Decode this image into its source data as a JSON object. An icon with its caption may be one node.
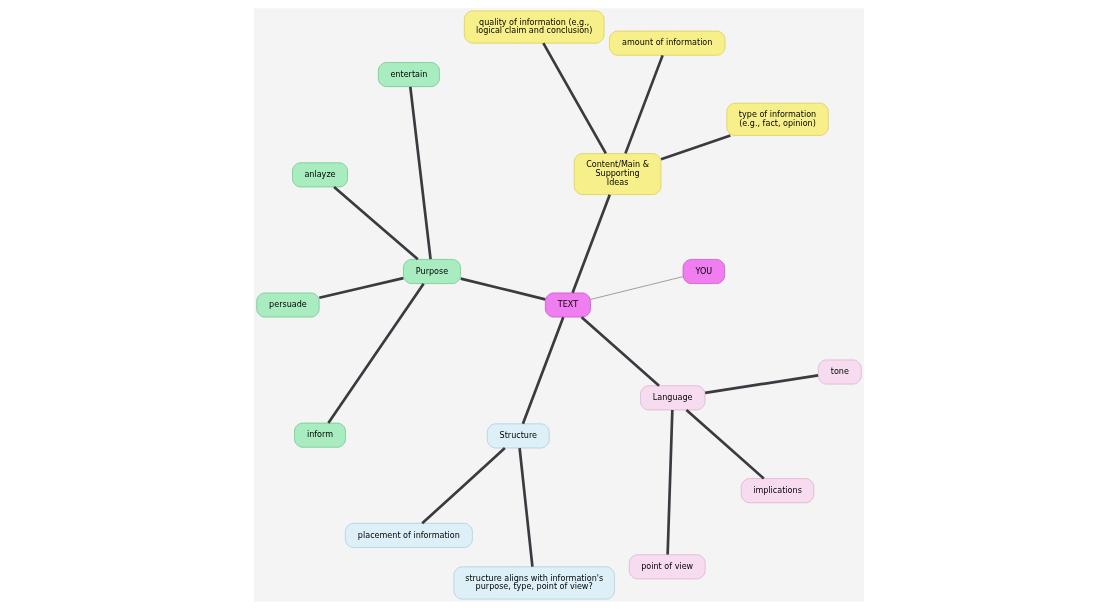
{
  "diagram": {
    "nodes": [
      {
        "text": [
          "TEXT"
        ]
      },
      {
        "text": [
          "YOU"
        ]
      },
      {
        "text": [
          "Content/Main & Supporting Ideas"
        ]
      },
      {
        "text": [
          "type of information (e.g., fact, opinion)"
        ]
      },
      {
        "text": [
          "amount of information"
        ]
      },
      {
        "text": [
          "quality of information (e.g., logical claim and conclusion)"
        ]
      },
      {
        "text": [
          "Purpose"
        ]
      },
      {
        "text": [
          "entertain"
        ]
      },
      {
        "text": [
          "anlayze"
        ]
      },
      {
        "text": [
          "persuade"
        ]
      },
      {
        "text": [
          "inform"
        ]
      },
      {
        "text": [
          "Structure"
        ]
      },
      {
        "text": [
          "placement of information"
        ]
      },
      {
        "text": [
          "structure aligns with information's purpose, type, point of view?"
        ]
      },
      {
        "text": [
          "Language"
        ]
      },
      {
        "text": [
          "point of view"
        ]
      },
      {
        "text": [
          "implications"
        ]
      },
      {
        "text": [
          "tone"
        ]
      }
    ],
    "edges": [
      {
        "from": 0,
        "to": 1,
        "arrow": "none",
        "color": "#8a8a8a"
      },
      {
        "from": 0,
        "to": 2,
        "arrow": "none"
      },
      {
        "from": 2,
        "to": 3,
        "arrow": "none"
      },
      {
        "from": 2,
        "to": 4,
        "arrow": "none"
      },
      {
        "from": 2,
        "to": 5,
        "arrow": "none"
      },
      {
        "from": 0,
        "to": 6,
        "arrow": "none"
      },
      {
        "from": 6,
        "to": 7,
        "arrow": "none"
      },
      {
        "from": 6,
        "to": 8,
        "arrow": "none"
      },
      {
        "from": 6,
        "to": 9,
        "arrow": "none"
      },
      {
        "from": 6,
        "to": 10,
        "arrow": "none"
      },
      {
        "from": 0,
        "to": 11,
        "arrow": "none"
      },
      {
        "from": 11,
        "to": 12,
        "arrow": "none"
      },
      {
        "from": 11,
        "to": 13,
        "arrow": "none"
      },
      {
        "from": 0,
        "to": 14,
        "arrow": "none"
      },
      {
        "from": 14,
        "to": 15,
        "arrow": "none"
      },
      {
        "from": 14,
        "to": 16,
        "arrow": "none"
      },
      {
        "from": 14,
        "to": 17,
        "arrow": "none"
      }
    ]
  }
}
